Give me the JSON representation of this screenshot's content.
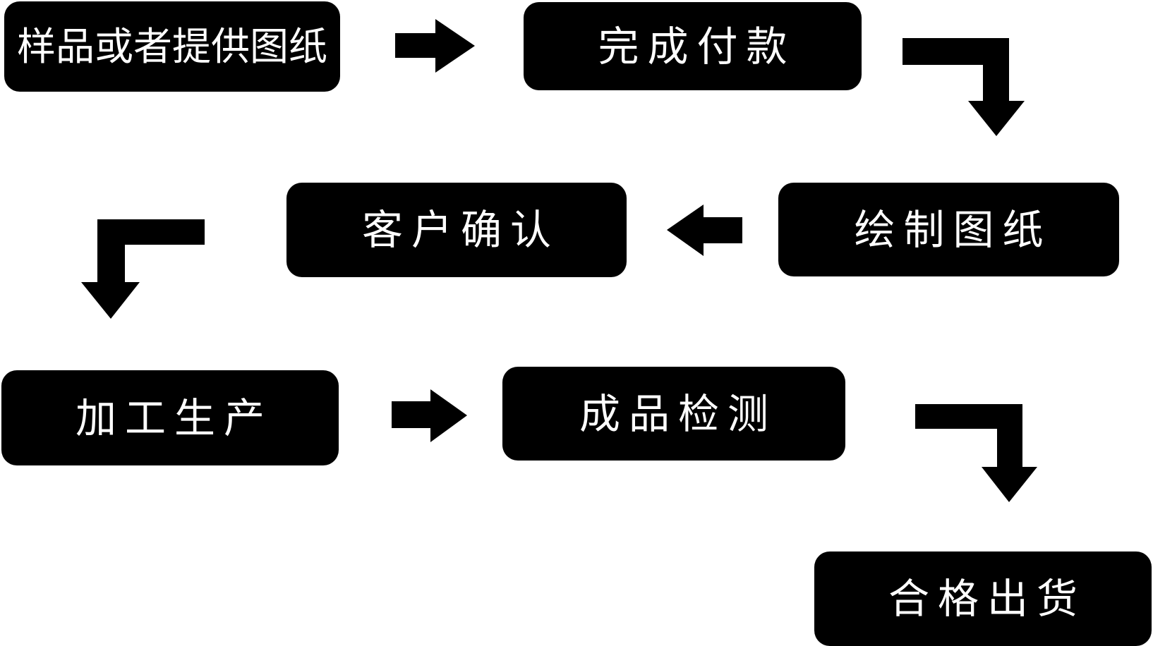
{
  "style": {
    "background_color": "#ffffff",
    "node_fill_color": "#000000",
    "node_text_color": "#ffffff",
    "arrow_color": "#000000"
  },
  "nodes": [
    {
      "id": "sample-or-provide-drawings",
      "label": "样品或者提供图纸"
    },
    {
      "id": "complete-payment",
      "label": "完成付款"
    },
    {
      "id": "draw-drawings",
      "label": "绘制图纸"
    },
    {
      "id": "customer-confirmation",
      "label": "客户确认"
    },
    {
      "id": "processing-production",
      "label": "加工生产"
    },
    {
      "id": "finished-product-inspection",
      "label": "成品检测"
    },
    {
      "id": "qualified-shipment",
      "label": "合格出货"
    }
  ],
  "arrows": [
    {
      "name": "arrow-sample-to-payment",
      "shape": "block-arrow",
      "direction": "right",
      "from": "sample-or-provide-drawings",
      "to": "complete-payment"
    },
    {
      "name": "arrow-payment-to-drawing",
      "shape": "elbow-block-arrow",
      "direction": "right-then-down",
      "from": "complete-payment",
      "to": "draw-drawings"
    },
    {
      "name": "arrow-drawing-to-confirmation",
      "shape": "block-arrow",
      "direction": "left",
      "from": "draw-drawings",
      "to": "customer-confirmation"
    },
    {
      "name": "arrow-confirmation-to-production",
      "shape": "elbow-block-arrow",
      "direction": "left-then-down",
      "from": "customer-confirmation",
      "to": "processing-production"
    },
    {
      "name": "arrow-production-to-inspection",
      "shape": "block-arrow",
      "direction": "right",
      "from": "processing-production",
      "to": "finished-product-inspection"
    },
    {
      "name": "arrow-inspection-to-shipment",
      "shape": "elbow-block-arrow",
      "direction": "right-then-down",
      "from": "finished-product-inspection",
      "to": "qualified-shipment"
    }
  ]
}
